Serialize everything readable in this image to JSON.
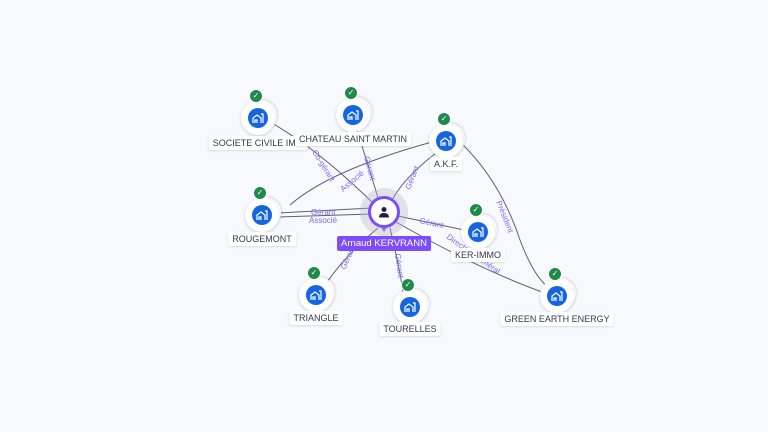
{
  "center": {
    "name": "Arnaud KERVRANN",
    "icon": "person-icon",
    "accent": "#7c4dff"
  },
  "companies": [
    {
      "name": "SOCIETE CIVILE IMM",
      "icon": "building-icon",
      "verified": true
    },
    {
      "name": "CHATEAU SAINT MARTIN",
      "icon": "building-icon",
      "verified": true
    },
    {
      "name": "A.K.F.",
      "icon": "building-icon",
      "verified": true
    },
    {
      "name": "ROUGEMONT",
      "icon": "building-icon",
      "verified": true
    },
    {
      "name": "KER-IMMO",
      "icon": "building-icon",
      "verified": true
    },
    {
      "name": "TRIANGLE",
      "icon": "building-icon",
      "verified": true
    },
    {
      "name": "TOURELLES",
      "icon": "building-icon",
      "verified": true
    },
    {
      "name": "GREEN EARTH ENERGY",
      "icon": "building-icon",
      "verified": true
    }
  ],
  "edges": {
    "sci": "Co-gérant",
    "chateau": "Gérant",
    "akf_associe": "Associé",
    "akf_gerant": "Gérant",
    "rougemont_gerant": "Gérant",
    "rougemont_associe": "Associé",
    "kerimmo": "Gérant",
    "green_dg": "Directeur Général",
    "green_president": "Président",
    "triangle": "Gérant",
    "tourelles": "Gérant"
  },
  "colors": {
    "building": "#1565e0",
    "check": "#1e8a4c",
    "edge_label": "#7c6cf0"
  }
}
